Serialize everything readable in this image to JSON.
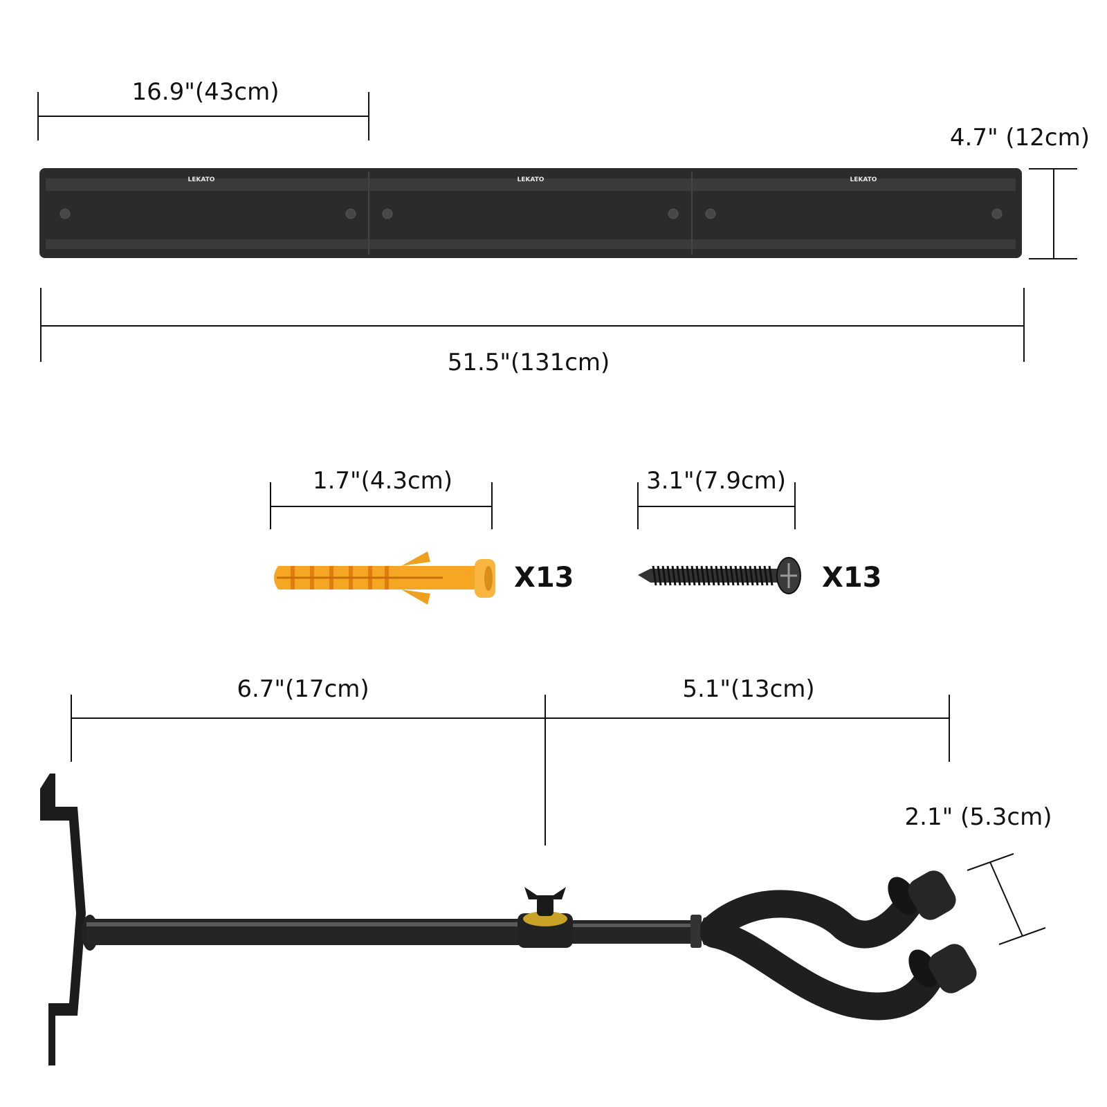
{
  "rail": {
    "brand_labels": [
      "LEKATO",
      "LEKATO",
      "LEKATO"
    ],
    "section_width": "16.9\"(43cm)",
    "height": "4.7\" (12cm)",
    "total_length": "51.5\"(131cm)"
  },
  "anchor": {
    "length": "1.7\"(4.3cm)",
    "quantity": "X13"
  },
  "screw": {
    "length": "3.1\"(7.9cm)",
    "quantity": "X13"
  },
  "hanger": {
    "arm_length": "6.7\"(17cm)",
    "yoke_length": "5.1\"(13cm)",
    "yoke_gap": "2.1\" (5.3cm)"
  },
  "colors": {
    "rail": "#2b2b2b",
    "metal": "#1c1c1c",
    "anchor": "#f5a623",
    "brass": "#c9a227"
  }
}
